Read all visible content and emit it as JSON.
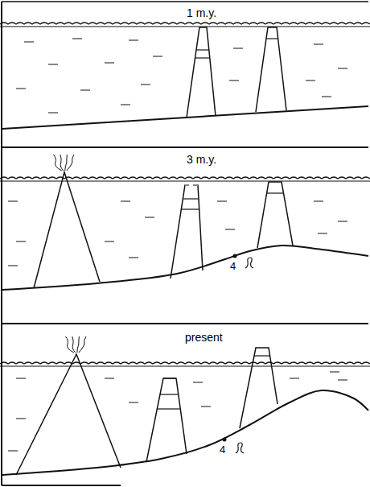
{
  "diagram": {
    "labels": [
      "1 m.y.",
      "3 m.y.",
      "present",
      "4",
      "4"
    ]
  }
}
